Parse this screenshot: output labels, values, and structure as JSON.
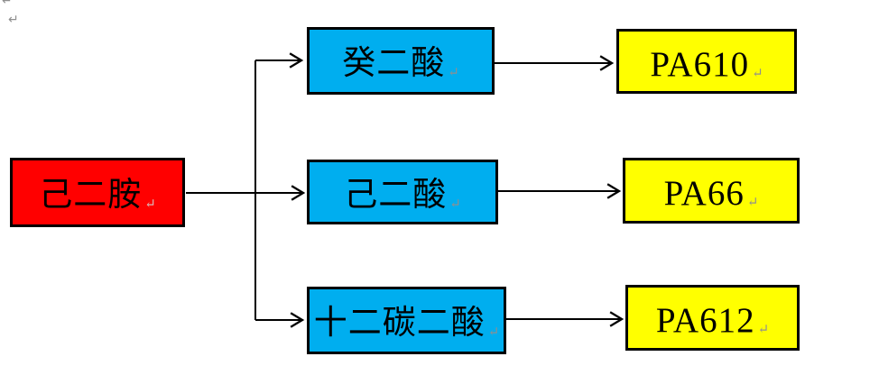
{
  "marks": {
    "glyph": "↵"
  },
  "diagram": {
    "title_hint": "polyamide synthesis flowchart",
    "source": {
      "label": "己二胺",
      "fill": "#ff0000"
    },
    "rows": [
      {
        "acid": "癸二酸",
        "polymer": "PA610"
      },
      {
        "acid": "己二酸",
        "polymer": "PA66"
      },
      {
        "acid": "十二碳二酸",
        "polymer": "PA612"
      }
    ],
    "colors": {
      "source_fill": "#ff0000",
      "acid_fill": "#00aeef",
      "polymer_fill": "#ffff00",
      "border": "#000000",
      "connector": "#000000"
    }
  }
}
